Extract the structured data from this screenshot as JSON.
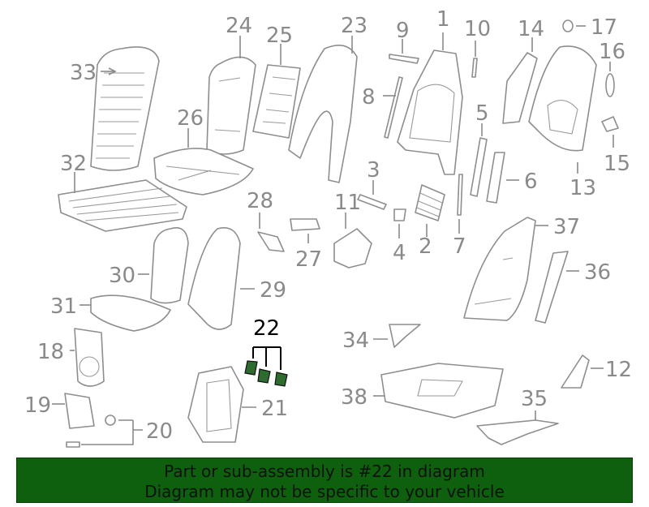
{
  "labels": {
    "p1": "1",
    "p2": "2",
    "p3": "3",
    "p4": "4",
    "p5": "5",
    "p6": "6",
    "p7": "7",
    "p8": "8",
    "p9": "9",
    "p10": "10",
    "p11": "11",
    "p12": "12",
    "p13": "13",
    "p14": "14",
    "p15": "15",
    "p16": "16",
    "p17": "17",
    "p18": "18",
    "p19": "19",
    "p20": "20",
    "p21": "21",
    "p22": "22",
    "p23": "23",
    "p24": "24",
    "p25": "25",
    "p26": "26",
    "p27": "27",
    "p28": "28",
    "p29": "29",
    "p30": "30",
    "p31": "31",
    "p32": "32",
    "p33": "33",
    "p34": "34",
    "p35": "35",
    "p36": "36",
    "p37": "37",
    "p38": "38"
  },
  "highlighted_part": "22",
  "banner": {
    "line1": "Part or sub-assembly is #22 in diagram",
    "line2": "Diagram may not be specific to your vehicle"
  },
  "colors": {
    "banner_bg": "#0e5f0e",
    "highlight_part": "#2e6b2e",
    "diagram_lines": "#8e8e8e"
  }
}
